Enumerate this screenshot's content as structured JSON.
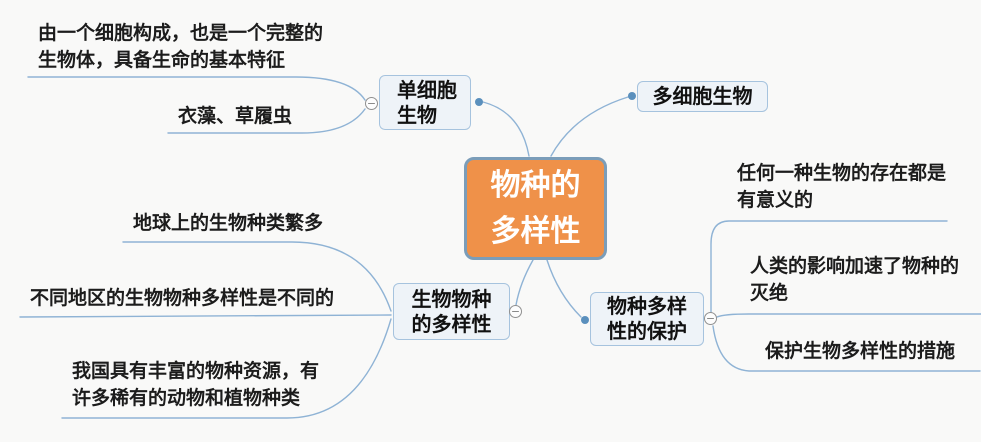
{
  "canvas": {
    "background": "#f9f9f8",
    "branch_line_color": "#8fb3d5",
    "connection_dot_color": "#5b90bd"
  },
  "root": {
    "label": "物种的\n多样性",
    "fill": "#ef9149",
    "border": "#7b9db9",
    "text_color": "#ffffff"
  },
  "topics": {
    "unicellular": {
      "label": "单细胞\n生物"
    },
    "multicellular": {
      "label": "多细胞生物"
    },
    "species_diversity": {
      "label": "生物物种\n的多样性"
    },
    "protection": {
      "label": "物种多样\n性的保护"
    }
  },
  "leaves": {
    "unicellular_definition": {
      "label": "由一个细胞构成，也是一个完整的\n生物体，具备生命的基本特征"
    },
    "unicellular_examples": {
      "label": "衣藻、草履虫"
    },
    "earth_species": {
      "label": "地球上的生物种类繁多"
    },
    "regional_difference": {
      "label": "不同地区的生物物种多样性是不同的"
    },
    "china_resources": {
      "label": "我国具有丰富的物种资源，有\n许多稀有的动物和植物种类"
    },
    "existence_meaning": {
      "label": "任何一种生物的存在都是\n有意义的"
    },
    "human_impact": {
      "label": "人类的影响加速了物种的\n灭绝"
    },
    "protection_measures": {
      "label": "保护生物多样性的措施"
    }
  },
  "collapse_buttons": {
    "state": "expanded",
    "glyph": "−"
  }
}
